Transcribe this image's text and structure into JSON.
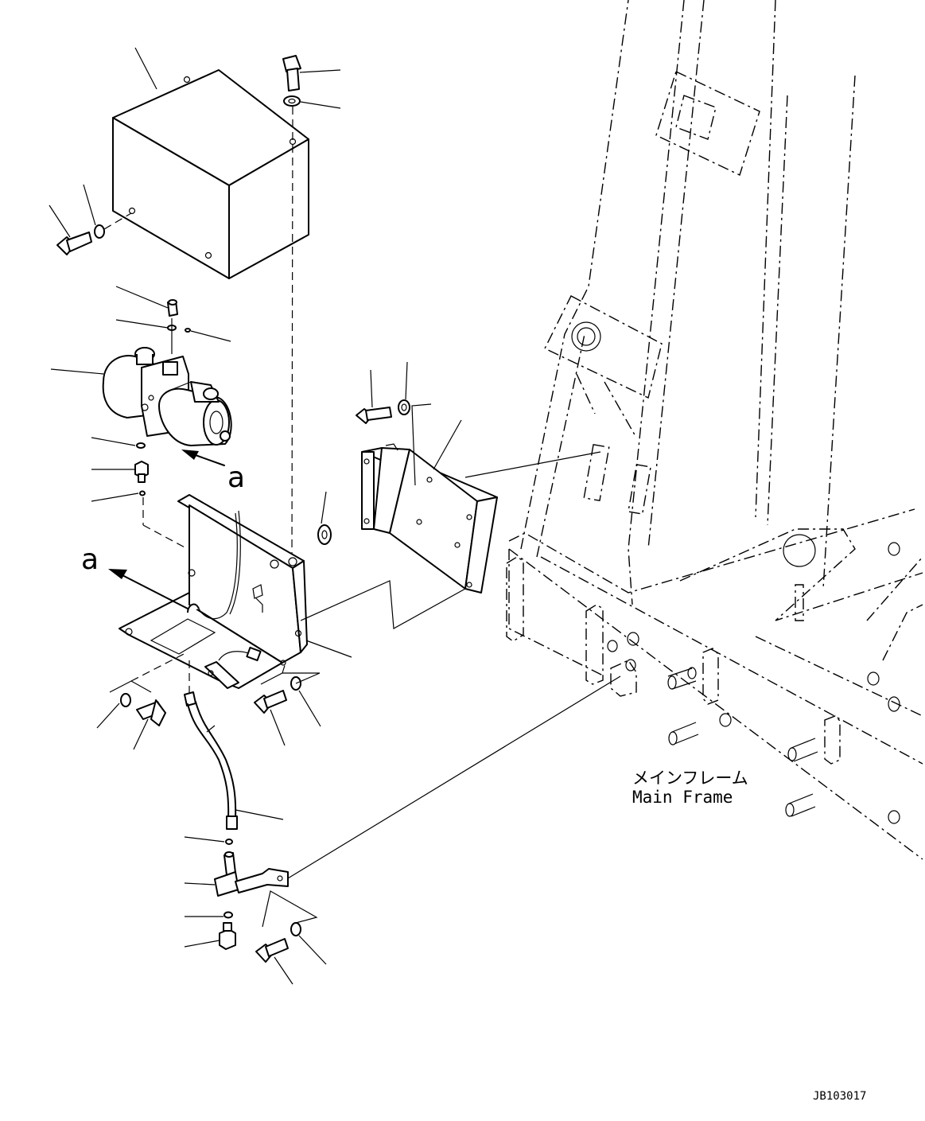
{
  "labels": {
    "frame_jp": "メインフレーム",
    "frame_en": "Main Frame",
    "view_ref_1": "a",
    "view_ref_2": "a",
    "drawing_code": "JB103017"
  }
}
